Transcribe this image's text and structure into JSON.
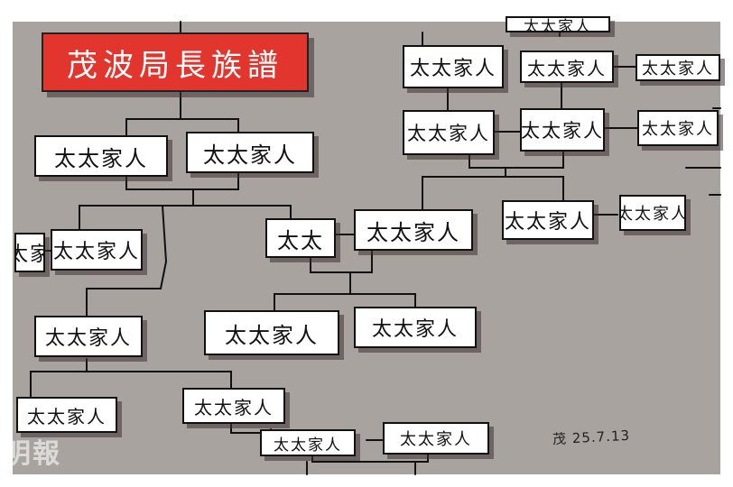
{
  "title": "茂波局長族譜",
  "colors": {
    "background": "#a9a39f",
    "title_fill": "#e2352d",
    "line": "#111111"
  },
  "nodes": [
    {
      "text": "太太家人"
    },
    {
      "text": "太太家人"
    },
    {
      "text": "太太家人"
    },
    {
      "text": "太太家人"
    },
    {
      "text": "太太家人"
    },
    {
      "text": "太太家人"
    },
    {
      "text": "太太家人"
    },
    {
      "text": "太太家人"
    },
    {
      "text": "太太家人"
    },
    {
      "text": "太太家人"
    },
    {
      "text": "太太家人"
    },
    {
      "text": "太太家人"
    },
    {
      "text": "太太家人"
    },
    {
      "text": "太太家人"
    },
    {
      "text": "太太家人"
    },
    {
      "text": "太太家人"
    },
    {
      "text": "太太家人"
    },
    {
      "text": "太太家人"
    },
    {
      "text": "太太家人"
    },
    {
      "text": "太太家人"
    },
    {
      "text": "太太"
    },
    {
      "text": "太太家人"
    }
  ],
  "signature": "茂 25.7.13",
  "watermark": "明報"
}
